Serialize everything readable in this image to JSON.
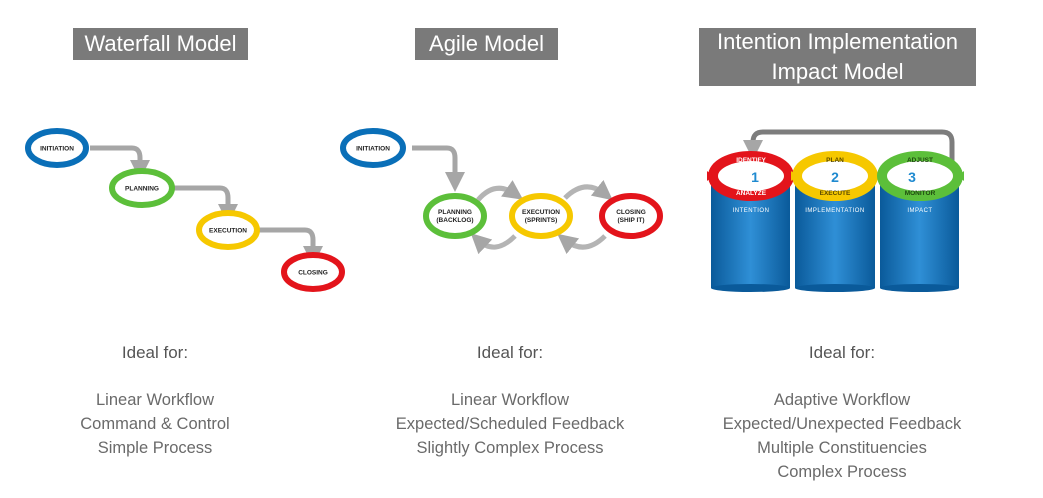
{
  "waterfall": {
    "title": "Waterfall Model",
    "nodes": [
      "INITIATION",
      "PLANNING",
      "EXECUTION",
      "CLOSING"
    ],
    "ideal_heading": "Ideal for:",
    "ideal_items": [
      "Linear Workflow",
      "Command & Control",
      "Simple Process"
    ]
  },
  "agile": {
    "title": "Agile Model",
    "nodes": {
      "initiation": "INITIATION",
      "planning_1": "PLANNING",
      "planning_2": "(BACKLOG)",
      "execution_1": "EXECUTION",
      "execution_2": "(SPRINTS)",
      "closing_1": "CLOSING",
      "closing_2": "(SHIP IT)"
    },
    "ideal_heading": "Ideal for:",
    "ideal_items": [
      "Linear Workflow",
      "Expected/Scheduled Feedback",
      "Slightly Complex Process"
    ]
  },
  "iii": {
    "title_line1": "Intention Implementation",
    "title_line2": "Impact Model",
    "rings": [
      {
        "number": "1",
        "top_word": "IDENTIFY",
        "bottom_word": "ANALYZE",
        "pillar": "INTENTION"
      },
      {
        "number": "2",
        "top_word": "PLAN",
        "bottom_word": "EXECUTE",
        "pillar": "IMPLEMENTATION"
      },
      {
        "number": "3",
        "top_word": "ADJUST",
        "bottom_word": "MONITOR",
        "pillar": "IMPACT"
      }
    ],
    "ideal_heading": "Ideal for:",
    "ideal_items": [
      "Adaptive Workflow",
      "Expected/Unexpected Feedback",
      "Multiple Constituencies",
      "Complex Process"
    ]
  },
  "colors": {
    "title_bg": "#7a7a7a",
    "blue": "#0a6fb8",
    "green": "#5cbf3a",
    "yellow": "#f6c800",
    "red": "#e3141b",
    "arrow": "#a6a6a6"
  }
}
